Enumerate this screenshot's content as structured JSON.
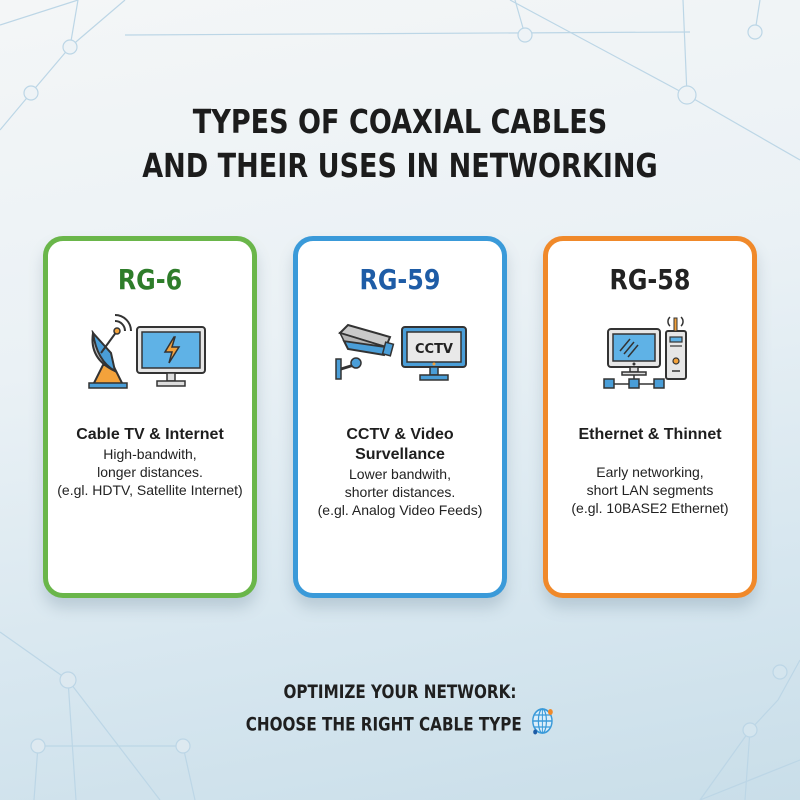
{
  "title": {
    "line1": "TYPES OF COAXIAL CABLES",
    "line2": "AND THEIR USES IN NETWORKING"
  },
  "cards": [
    {
      "code": "RG-6",
      "accent": "#6ab64a",
      "icon": "satellite-dish-and-tv-icon",
      "heading": "Cable TV & Internet",
      "desc_lines": [
        "High-bandwith,",
        "longer distances.",
        "(e.gl. HDTV, Satellite Internet)"
      ]
    },
    {
      "code": "RG-59",
      "accent": "#3a9ad9",
      "icon": "cctv-camera-and-monitor-icon",
      "icon_label": "CCTV",
      "heading_lines": [
        "CCTV & Video",
        "Survellance"
      ],
      "desc_lines": [
        "Lower bandwith,",
        "shorter distances.",
        "(e.gl. Analog Video Feeds)"
      ]
    },
    {
      "code": "RG-58",
      "accent": "#f0892a",
      "icon": "computer-network-icon",
      "heading": "Ethernet & Thinnet",
      "desc_lines": [
        "Early networking,",
        "short LAN segments",
        "(e.gl. 10BASE2 Ethernet)"
      ]
    }
  ],
  "footer": {
    "line1": "OPTIMIZE YOUR NETWORK:",
    "line2": "CHOOSE THE RIGHT CABLE TYPE",
    "icon": "globe-icon"
  }
}
